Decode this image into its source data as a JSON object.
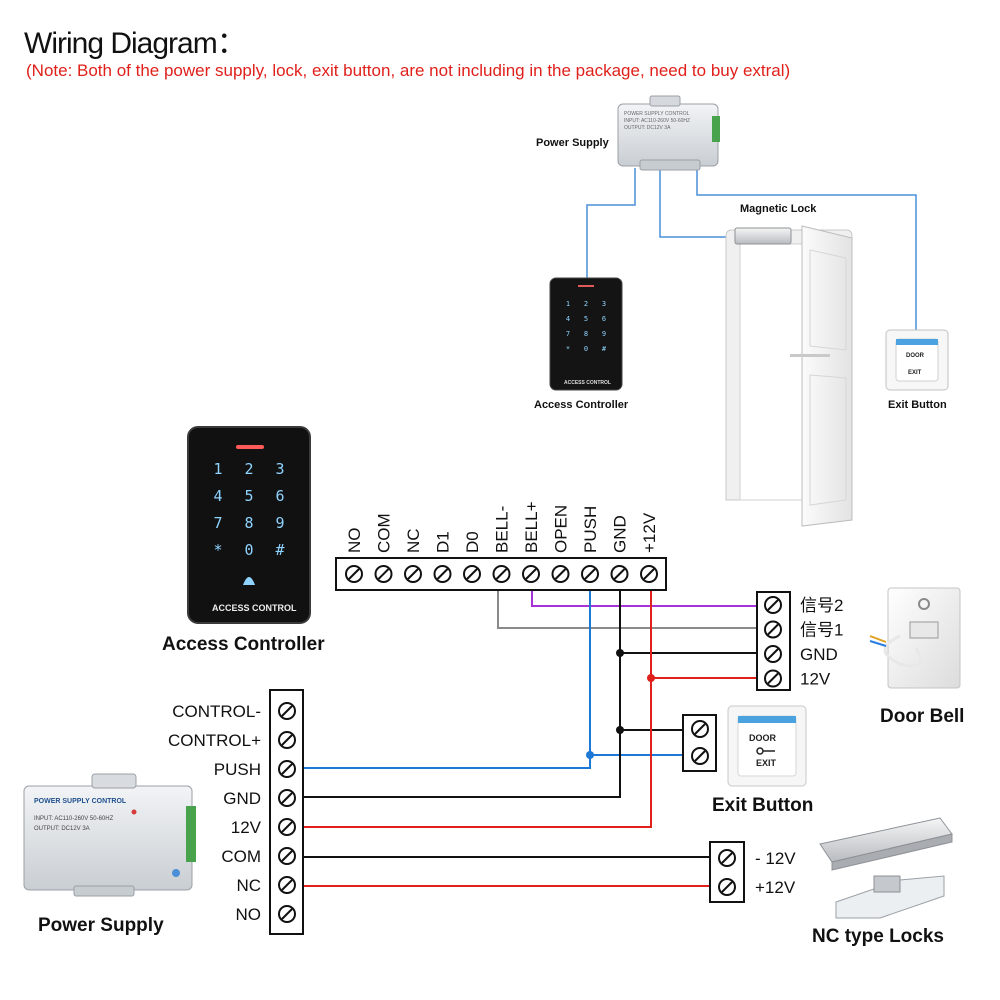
{
  "header": {
    "title": "Wiring Diagram：",
    "note": "(Note: Both of the power supply, lock, exit button,  are not including in the package, need to buy extral)"
  },
  "top_diagram": {
    "power_supply_label": "Power Supply",
    "magnetic_lock_label": "Magnetic Lock",
    "access_controller_label": "Access Controller",
    "exit_button_label": "Exit Button"
  },
  "access_controller": {
    "label": "Access Controller",
    "panel_text": "ACCESS CONTROL",
    "keys": [
      "1",
      "2",
      "3",
      "4",
      "5",
      "6",
      "7",
      "8",
      "9",
      "*",
      "0",
      "#"
    ],
    "terminals": [
      "NO",
      "COM",
      "NC",
      "D1",
      "D0",
      "BELL-",
      "BELL+",
      "OPEN",
      "PUSH",
      "GND",
      "+12V"
    ]
  },
  "power_supply": {
    "label": "Power Supply",
    "device_title": "POWER SUPPLY CONTROL",
    "device_input": "INPUT: AC110-260V 50-60HZ",
    "device_output": "OUTPUT: DC12V  3A",
    "terminals": [
      "CONTROL-",
      "CONTROL+",
      "PUSH",
      "GND",
      "12V",
      "COM",
      "NC",
      "NO"
    ]
  },
  "door_bell": {
    "label": "Door Bell",
    "terminals": [
      "信号2",
      "信号1",
      "GND",
      "12V"
    ]
  },
  "exit_button": {
    "label": "Exit Button",
    "face_line1": "DOOR",
    "face_line2": "EXIT"
  },
  "nc_lock": {
    "label": "NC type Locks",
    "terminals": [
      "- 12V",
      "+12V"
    ]
  },
  "wire_colors": {
    "blue": "#1e78d6",
    "black": "#111111",
    "red": "#e0201b",
    "purple": "#a632d8",
    "gray": "#8a8a8a",
    "top_wiring": "#4a90d9"
  }
}
